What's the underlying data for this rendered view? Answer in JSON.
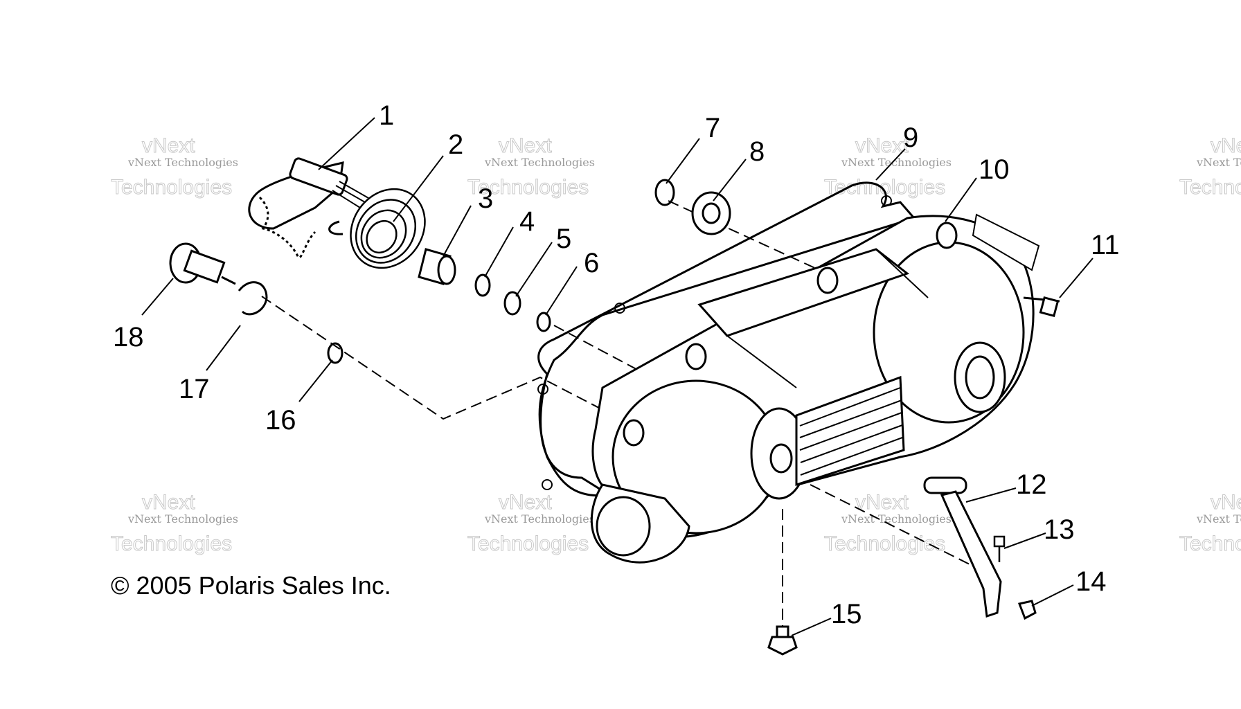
{
  "diagram": {
    "copyright": "© 2005 Polaris Sales Inc.",
    "callouts": [
      "1",
      "2",
      "3",
      "4",
      "5",
      "6",
      "7",
      "8",
      "9",
      "10",
      "11",
      "12",
      "13",
      "14",
      "15",
      "16",
      "17",
      "18"
    ],
    "watermark": {
      "line1": "vNext Technologies",
      "line2": "vNext",
      "line3": "Technologies"
    }
  }
}
